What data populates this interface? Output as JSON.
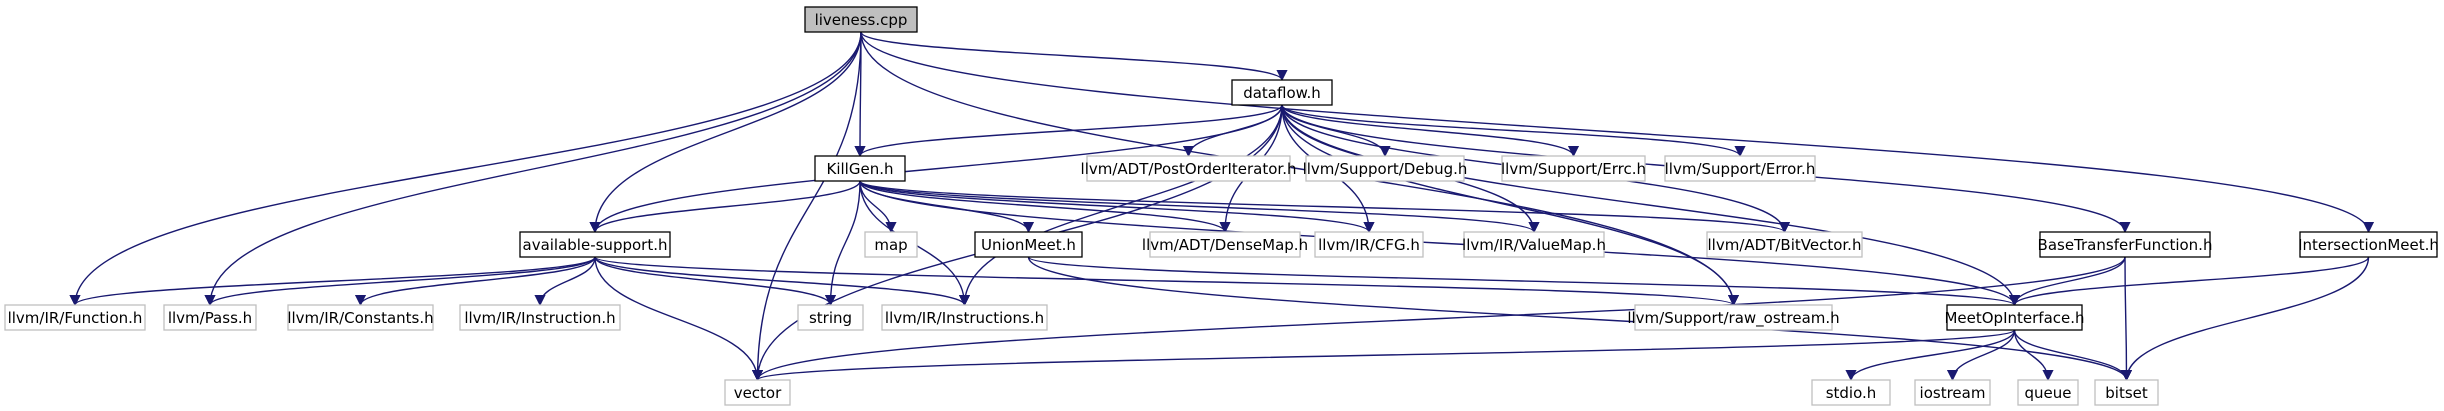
{
  "diagram": {
    "type": "include-dependency-graph",
    "colors": {
      "edge": "#191970",
      "root_fill": "#bfbfbf",
      "documented_border": "#000000",
      "undocumented_border": "#bfbfbf",
      "label": "#000000",
      "background": "#ffffff"
    },
    "nodes": [
      {
        "id": "liveness",
        "label": "liveness.cpp",
        "style": "root"
      },
      {
        "id": "dataflow",
        "label": "dataflow.h",
        "style": "documented"
      },
      {
        "id": "killgen",
        "label": "KillGen.h",
        "style": "documented"
      },
      {
        "id": "avail",
        "label": "available-support.h",
        "style": "documented"
      },
      {
        "id": "union",
        "label": "UnionMeet.h",
        "style": "documented"
      },
      {
        "id": "btf",
        "label": "BaseTransferFunction.h",
        "style": "documented"
      },
      {
        "id": "inter",
        "label": "IntersectionMeet.h",
        "style": "documented"
      },
      {
        "id": "meetop",
        "label": "MeetOpInterface.h",
        "style": "documented"
      },
      {
        "id": "poi",
        "label": "llvm/ADT/PostOrderIterator.h",
        "style": "external"
      },
      {
        "id": "debug",
        "label": "llvm/Support/Debug.h",
        "style": "external"
      },
      {
        "id": "errc",
        "label": "llvm/Support/Errc.h",
        "style": "external"
      },
      {
        "id": "error",
        "label": "llvm/Support/Error.h",
        "style": "external"
      },
      {
        "id": "map",
        "label": "map",
        "style": "external"
      },
      {
        "id": "densemap",
        "label": "llvm/ADT/DenseMap.h",
        "style": "external"
      },
      {
        "id": "cfg",
        "label": "llvm/IR/CFG.h",
        "style": "external"
      },
      {
        "id": "valuemap",
        "label": "llvm/IR/ValueMap.h",
        "style": "external"
      },
      {
        "id": "bitvector",
        "label": "llvm/ADT/BitVector.h",
        "style": "external"
      },
      {
        "id": "function",
        "label": "llvm/IR/Function.h",
        "style": "external"
      },
      {
        "id": "pass",
        "label": "llvm/Pass.h",
        "style": "external"
      },
      {
        "id": "constants",
        "label": "llvm/IR/Constants.h",
        "style": "external"
      },
      {
        "id": "instruction",
        "label": "llvm/IR/Instruction.h",
        "style": "external"
      },
      {
        "id": "string",
        "label": "string",
        "style": "external"
      },
      {
        "id": "instructions",
        "label": "llvm/IR/Instructions.h",
        "style": "external"
      },
      {
        "id": "rawostream",
        "label": "llvm/Support/raw_ostream.h",
        "style": "external"
      },
      {
        "id": "vector",
        "label": "vector",
        "style": "external"
      },
      {
        "id": "stdio",
        "label": "stdio.h",
        "style": "external"
      },
      {
        "id": "iostream",
        "label": "iostream",
        "style": "external"
      },
      {
        "id": "queue",
        "label": "queue",
        "style": "external"
      },
      {
        "id": "bitset",
        "label": "bitset",
        "style": "external"
      }
    ],
    "edges": [
      {
        "from": "liveness",
        "to": "dataflow"
      },
      {
        "from": "liveness",
        "to": "killgen"
      },
      {
        "from": "liveness",
        "to": "avail"
      },
      {
        "from": "liveness",
        "to": "function"
      },
      {
        "from": "liveness",
        "to": "pass"
      },
      {
        "from": "liveness",
        "to": "vector"
      },
      {
        "from": "liveness",
        "to": "rawostream"
      },
      {
        "from": "liveness",
        "to": "inter"
      },
      {
        "from": "dataflow",
        "to": "killgen"
      },
      {
        "from": "dataflow",
        "to": "avail"
      },
      {
        "from": "dataflow",
        "to": "poi"
      },
      {
        "from": "dataflow",
        "to": "debug"
      },
      {
        "from": "dataflow",
        "to": "errc"
      },
      {
        "from": "dataflow",
        "to": "error"
      },
      {
        "from": "dataflow",
        "to": "densemap"
      },
      {
        "from": "dataflow",
        "to": "cfg"
      },
      {
        "from": "dataflow",
        "to": "valuemap"
      },
      {
        "from": "dataflow",
        "to": "bitvector"
      },
      {
        "from": "dataflow",
        "to": "instructions"
      },
      {
        "from": "dataflow",
        "to": "rawostream"
      },
      {
        "from": "dataflow",
        "to": "meetop"
      },
      {
        "from": "dataflow",
        "to": "btf"
      },
      {
        "from": "dataflow",
        "to": "vector"
      },
      {
        "from": "killgen",
        "to": "avail"
      },
      {
        "from": "killgen",
        "to": "map"
      },
      {
        "from": "killgen",
        "to": "densemap"
      },
      {
        "from": "killgen",
        "to": "cfg"
      },
      {
        "from": "killgen",
        "to": "valuemap"
      },
      {
        "from": "killgen",
        "to": "bitvector"
      },
      {
        "from": "killgen",
        "to": "string"
      },
      {
        "from": "killgen",
        "to": "instructions"
      },
      {
        "from": "killgen",
        "to": "union"
      },
      {
        "from": "killgen",
        "to": "meetop"
      },
      {
        "from": "avail",
        "to": "function"
      },
      {
        "from": "avail",
        "to": "pass"
      },
      {
        "from": "avail",
        "to": "constants"
      },
      {
        "from": "avail",
        "to": "instruction"
      },
      {
        "from": "avail",
        "to": "string"
      },
      {
        "from": "avail",
        "to": "instructions"
      },
      {
        "from": "avail",
        "to": "rawostream"
      },
      {
        "from": "avail",
        "to": "vector"
      },
      {
        "from": "union",
        "to": "meetop"
      },
      {
        "from": "union",
        "to": "bitset"
      },
      {
        "from": "btf",
        "to": "meetop"
      },
      {
        "from": "btf",
        "to": "bitset"
      },
      {
        "from": "btf",
        "to": "vector"
      },
      {
        "from": "inter",
        "to": "meetop"
      },
      {
        "from": "inter",
        "to": "bitset"
      },
      {
        "from": "meetop",
        "to": "vector"
      },
      {
        "from": "meetop",
        "to": "stdio"
      },
      {
        "from": "meetop",
        "to": "iostream"
      },
      {
        "from": "meetop",
        "to": "queue"
      },
      {
        "from": "meetop",
        "to": "bitset"
      }
    ]
  }
}
